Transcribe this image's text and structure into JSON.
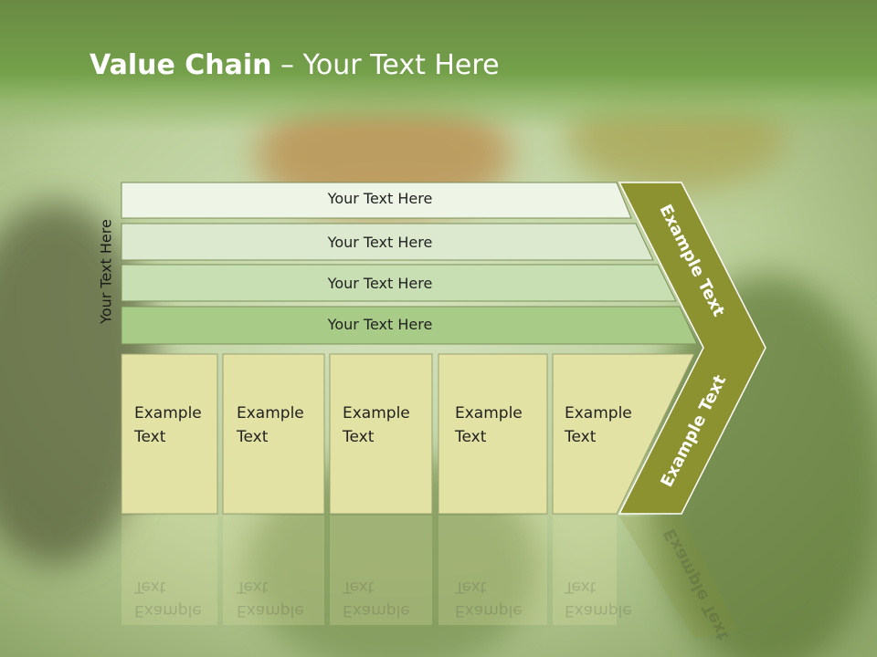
{
  "title": {
    "bold": "Value Chain",
    "rest": " – Your Text Here"
  },
  "side_label": "Your Text Here",
  "rows": [
    {
      "label": "Your Text Here",
      "color": "#eef4e6"
    },
    {
      "label": "Your Text Here",
      "color": "#dce9cf"
    },
    {
      "label": "Your Text Here",
      "color": "#c8dfb3"
    },
    {
      "label": "Your Text Here",
      "color": "#a8cc88"
    }
  ],
  "cells": [
    {
      "label": "Example Text"
    },
    {
      "label": "Example Text"
    },
    {
      "label": "Example Text"
    },
    {
      "label": "Example Text"
    },
    {
      "label": "Example Text"
    }
  ],
  "chevron": {
    "top_label": "Example Text",
    "bottom_label": "Example Text",
    "color": "#8c922f"
  },
  "colors": {
    "cell": "#e2e2a4",
    "header": "#6e9347"
  }
}
